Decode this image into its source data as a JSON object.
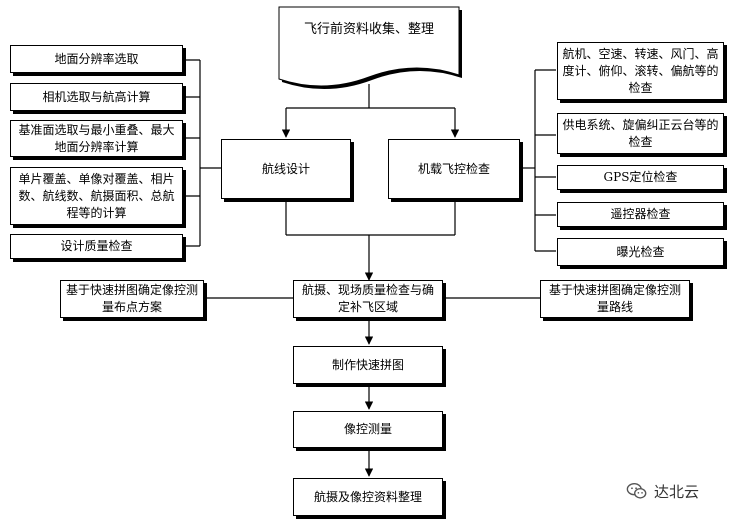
{
  "top": {
    "title": "飞行前资料收集、整理"
  },
  "left_items": [
    "地面分辨率选取",
    "相机选取与航高计算",
    "基准面选取与最小重叠、最大地面分辨率计算",
    "单片覆盖、单像对覆盖、相片数、航线数、航摄面积、总航程等的计算",
    "设计质量检查"
  ],
  "route_design": "航线设计",
  "flight_check": "机载飞控检查",
  "right_items": [
    "航机、空速、转速、风门、高度计、俯仰、滚转、偏航等的检查",
    "供电系统、旋偏纠正云台等的检查",
    "GPS定位检查",
    "遥控器检查",
    "曝光检查"
  ],
  "mid_left": "基于快速拼图确定像控测量布点方案",
  "mid_center": "航摄、现场质量检查与确定补飞区域",
  "mid_right": "基于快速拼图确定像控测量路线",
  "steps": [
    "制作快速拼图",
    "像控测量",
    "航摄及像控资料整理"
  ],
  "watermark": {
    "text": "达北云",
    "icon": "wechat-icon"
  }
}
